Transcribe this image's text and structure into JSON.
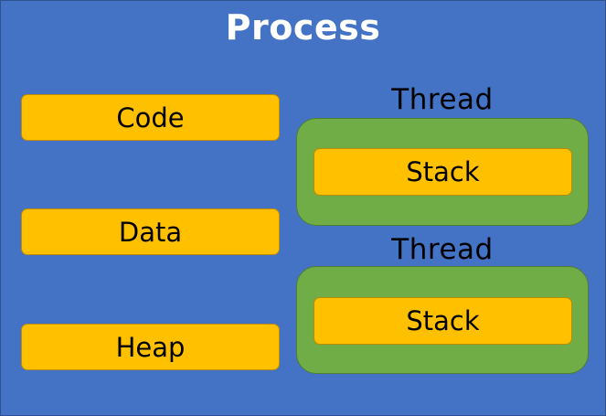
{
  "process": {
    "title": "Process",
    "segments": [
      {
        "label": "Code"
      },
      {
        "label": "Data"
      },
      {
        "label": "Heap"
      }
    ],
    "threads": [
      {
        "label": "Thread",
        "stack_label": "Stack"
      },
      {
        "label": "Thread",
        "stack_label": "Stack"
      }
    ]
  },
  "colors": {
    "process_background": "#4472C4",
    "segment_fill": "#FFC000",
    "thread_fill": "#70AD47",
    "title_text": "#FFFFFF"
  }
}
